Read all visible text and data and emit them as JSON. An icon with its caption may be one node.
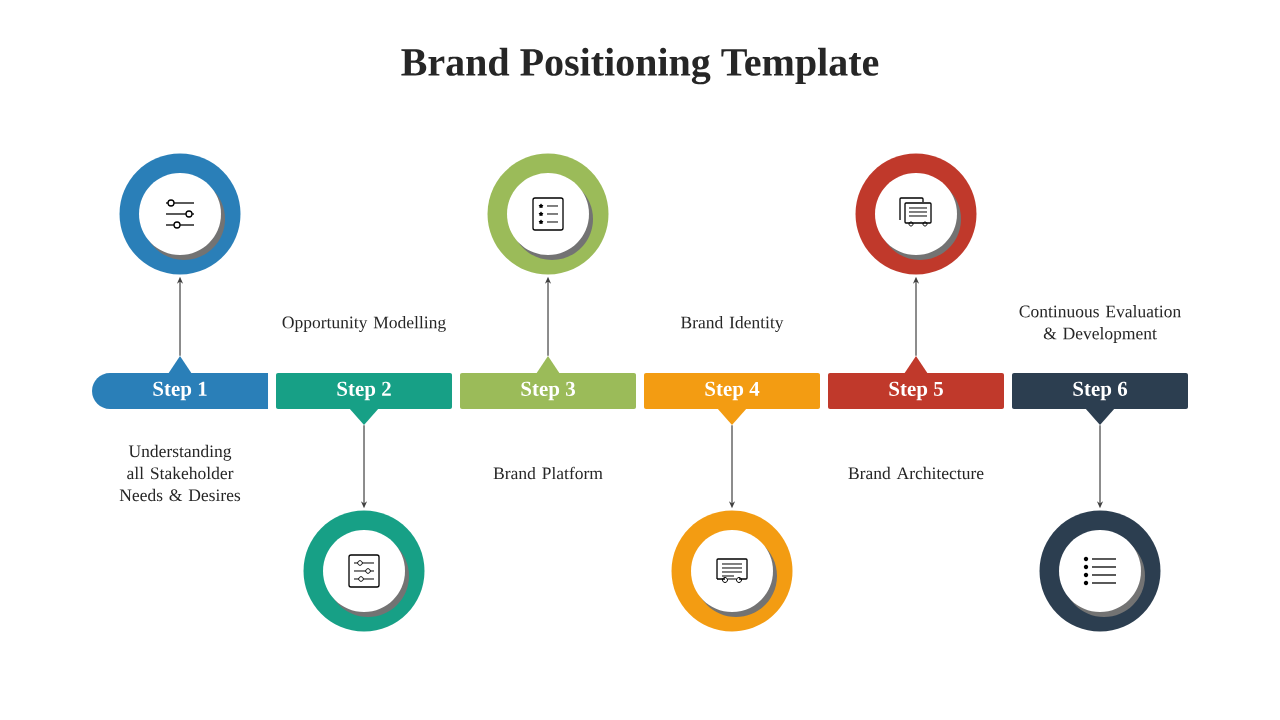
{
  "diagram": {
    "title": "Brand Positioning Template",
    "nodes": [
      {
        "text": [
          "Step 1"
        ],
        "beside": [
          "Understanding all Stakeholder Needs & Desires"
        ]
      },
      {
        "text": [
          "Step 2"
        ],
        "beside": [
          "Opportunity Modelling"
        ]
      },
      {
        "text": [
          "Step 3"
        ],
        "beside": [
          "Brand Platform"
        ]
      },
      {
        "text": [
          "Step 4"
        ],
        "beside": [
          "Brand Identity"
        ]
      },
      {
        "text": [
          "Step 5"
        ],
        "beside": [
          "Brand Architecture"
        ]
      },
      {
        "text": [
          "Step 6"
        ],
        "beside": [
          "Continuous Evaluation & Development"
        ]
      },
      {
        "text": [],
        "shape": "circle"
      },
      {
        "text": [],
        "shape": "circle"
      },
      {
        "text": [],
        "shape": "circle"
      },
      {
        "text": [],
        "shape": "circle"
      },
      {
        "text": [],
        "shape": "circle"
      },
      {
        "text": [],
        "shape": "circle"
      }
    ],
    "edges": [
      {
        "from": 0,
        "to": 6,
        "arrow": "to"
      },
      {
        "from": 1,
        "to": 7,
        "arrow": "to"
      },
      {
        "from": 2,
        "to": 8,
        "arrow": "to"
      },
      {
        "from": 3,
        "to": 9,
        "arrow": "to"
      },
      {
        "from": 4,
        "to": 10,
        "arrow": "to"
      },
      {
        "from": 5,
        "to": 11,
        "arrow": "to"
      }
    ]
  }
}
